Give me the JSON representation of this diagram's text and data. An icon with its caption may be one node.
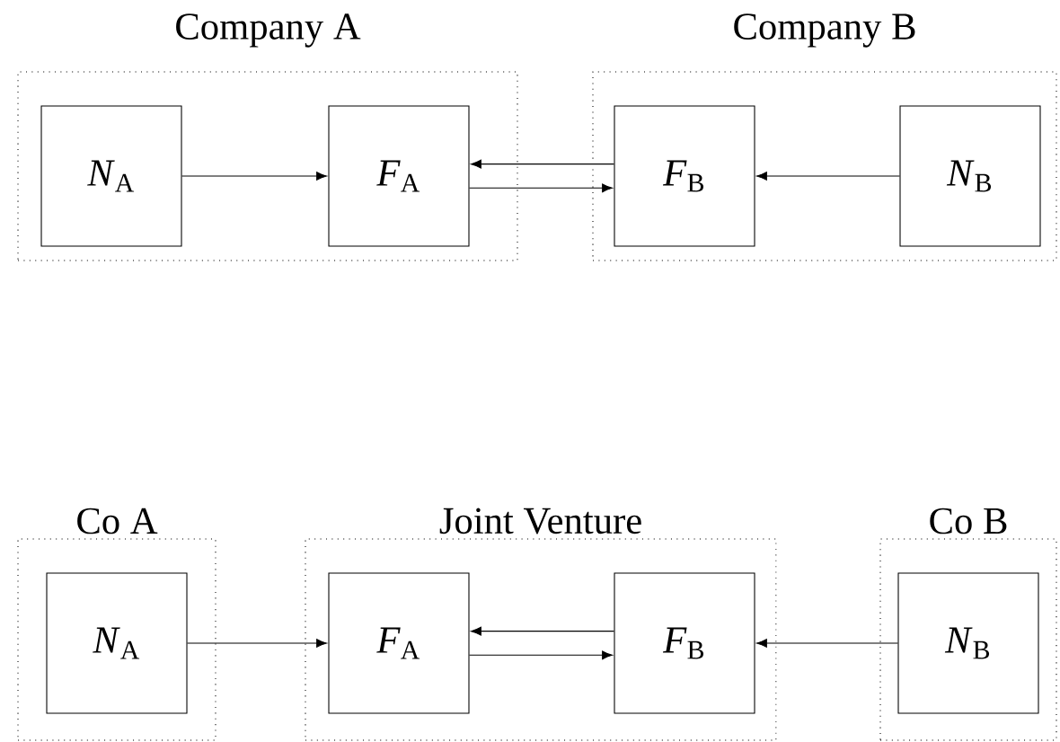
{
  "diagram": {
    "nodes": [
      {
        "text": [
          "Company A"
        ]
      },
      {
        "text": [
          "*N*$_{A}$"
        ],
        "in": 0
      },
      {
        "text": [
          "*F*$_{A}$"
        ],
        "in": 0
      },
      {
        "text": [
          "Company B"
        ]
      },
      {
        "text": [
          "*F*$_{B}$"
        ],
        "in": 3
      },
      {
        "text": [
          "*N*$_{B}$"
        ],
        "in": 3
      },
      {
        "text": [
          "Co A"
        ]
      },
      {
        "text": [
          "*N*$_{A}$"
        ],
        "in": 6
      },
      {
        "text": [
          "Joint Venture"
        ]
      },
      {
        "text": [
          "*F*$_{A}$"
        ],
        "in": 8
      },
      {
        "text": [
          "*F*$_{B}$"
        ],
        "in": 8
      },
      {
        "text": [
          "Co B"
        ]
      },
      {
        "text": [
          "*N*$_{B}$"
        ],
        "in": 11
      }
    ],
    "edges": [
      {
        "from": 1,
        "to": 2,
        "arrow": "to"
      },
      {
        "from": 4,
        "to": 2,
        "arrow": "to"
      },
      {
        "from": 2,
        "to": 4,
        "arrow": "to"
      },
      {
        "from": 5,
        "to": 4,
        "arrow": "to"
      },
      {
        "from": 7,
        "to": 9,
        "arrow": "to"
      },
      {
        "from": 10,
        "to": 9,
        "arrow": "to"
      },
      {
        "from": 9,
        "to": 10,
        "arrow": "to"
      },
      {
        "from": 12,
        "to": 10,
        "arrow": "to"
      }
    ]
  }
}
